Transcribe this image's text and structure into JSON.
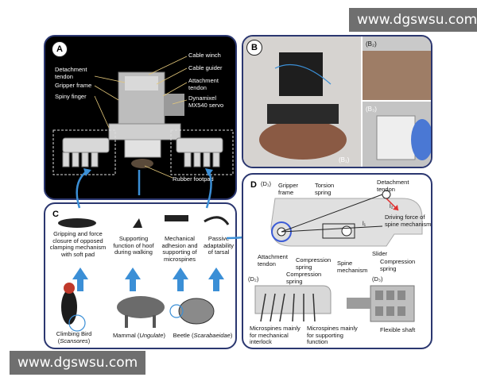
{
  "watermark_top": "www.dgswsu.com",
  "watermark_bottom": "www.dgswsu.com",
  "panelA": {
    "badge": "A",
    "labels": {
      "cable_winch": "Cable winch",
      "detachment_tendon": "Detachment tendon",
      "cable_guider": "Cable guider",
      "gripper_frame": "Gripper frame",
      "attachment_tendon": "Attachment tendon",
      "spiny_finger": "Spiny finger",
      "servo": "Dynamixel MX540 servo",
      "rubber_footpad": "Rubber footpad"
    }
  },
  "panelB": {
    "badge": "B",
    "b2": "(B₂)",
    "b3": "(B₃)",
    "b1": "(B₁)"
  },
  "panelC": {
    "badge": "C",
    "functions": [
      "Gripping and force closure of opposed clamping mechanism with soft pad",
      "Supporting function of hoof during walking",
      "Mechanical adhesion and supporting of microspines",
      "Passive adaptability of tarsal"
    ],
    "animals": [
      {
        "name": "Climbing Bird",
        "latin": "Scansores"
      },
      {
        "name": "Mammal",
        "latin": "Ungulate"
      },
      {
        "name": "Beetle",
        "latin": "Scarabaeidae"
      }
    ]
  },
  "panelD": {
    "badge": "D",
    "d1": "(D₁)",
    "d2": "(D₂)",
    "d3": "(D₃)",
    "labels": {
      "gripper_frame": "Gripper frame",
      "torsion_spring": "Torsion spring",
      "detachment_tendon": "Detachment tendon",
      "driving_force": "Driving force of spine mechanism",
      "l1": "l₁",
      "l2": "l₂",
      "attachment_tendon": "Attachment tendon",
      "compression_spring_1": "Compression spring",
      "spine_mechanism": "Spine mechanism",
      "slider": "Slider",
      "compression_spring_2": "Compression spring",
      "compression_spring_d2": "Compression spring",
      "microspines_mech": "Microspines mainly for mechanical interlock",
      "microspines_support": "Microspines mainly for supporting function",
      "flexible_shaft": "Flexible shaft"
    }
  },
  "colors": {
    "panel_border": "#2b3770",
    "arrow_blue": "#3b8fd6",
    "force_red": "#e03030"
  }
}
